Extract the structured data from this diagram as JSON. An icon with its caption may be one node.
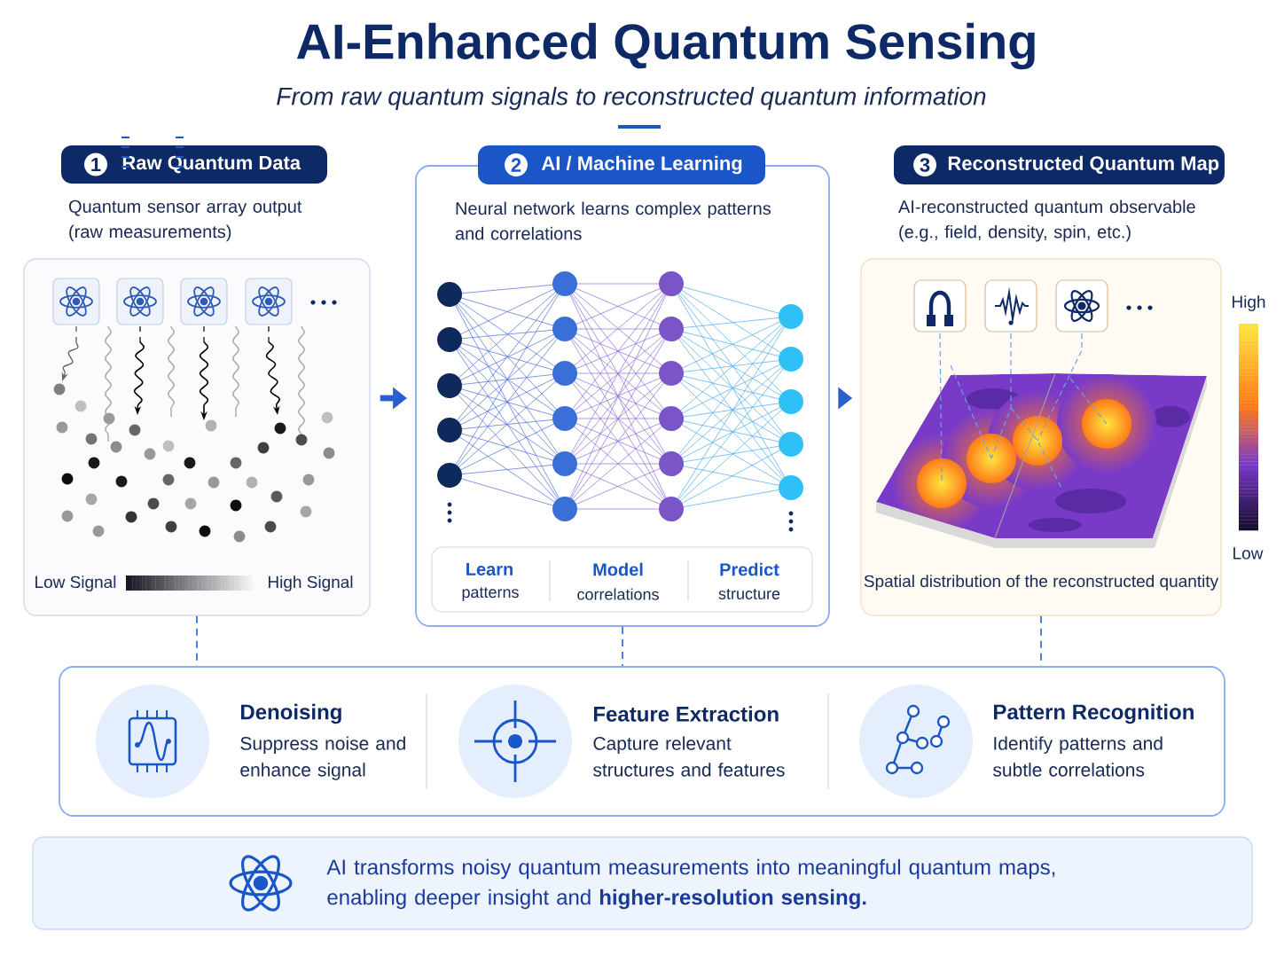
{
  "diagram": {
    "title": "AI-Enhanced Quantum Sensing",
    "nodes": [
      {
        "text": [
          "1",
          "Raw Quantum Data",
          "Quantum sensor array output (raw measurements)",
          "Low Signal",
          "High Signal"
        ]
      },
      {
        "text": [
          "2",
          "AI / Machine Learning",
          "Neural network learns complex patterns and correlations"
        ]
      },
      {
        "text": [
          "Learn",
          "patterns",
          "Model",
          "correlations",
          "Predict",
          "structure"
        ],
        "in": 1
      },
      {
        "text": [
          "3",
          "Reconstructed Quantum Map",
          "AI-reconstructed quantum observable (e.g., field, density, spin, etc.)",
          "High",
          "Low",
          "Spatial distribution of the reconstructed quantity"
        ]
      },
      {
        "text": [
          "Denoising",
          "Suppress noise and enhance signal",
          "Feature Extraction",
          "Capture relevant structures and features",
          "Pattern Recognition",
          "Identify patterns and subtle correlations"
        ]
      },
      {
        "text": [
          "AI transforms noisy quantum measurements into meaningful quantum maps, enabling deeper insight and **higher-resolution sensing.**"
        ]
      }
    ],
    "edges": [
      {
        "from": 0,
        "to": 1,
        "arrow": "to",
        "style": "thick"
      },
      {
        "from": 1,
        "to": 3,
        "arrow": "to",
        "style": "thick"
      },
      {
        "from": 0,
        "to": 4,
        "arrow": "none",
        "style": "dashed"
      },
      {
        "from": 1,
        "to": 4,
        "arrow": "none",
        "style": "dashed"
      },
      {
        "from": 3,
        "to": 4,
        "arrow": "none",
        "style": "dashed"
      }
    ],
    "labels": [
      "From raw quantum signals to reconstructed quantum information"
    ]
  }
}
